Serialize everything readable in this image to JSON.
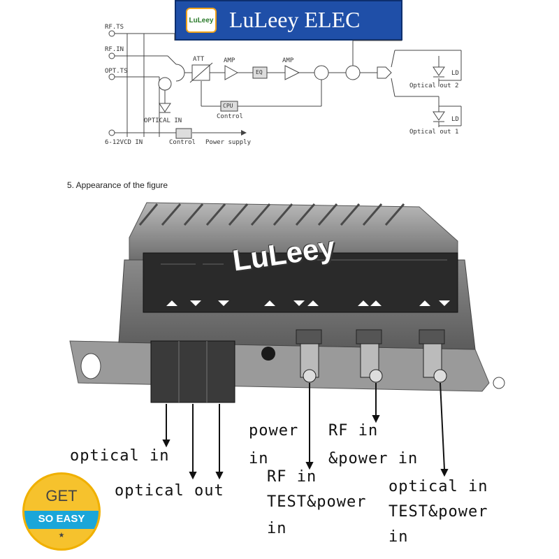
{
  "banner": {
    "logo_text": "LuLeey",
    "title": "LuLeey ELEC"
  },
  "schematic": {
    "rf_ts": "RF.TS",
    "rf_in": "RF.IN",
    "opt_ts": "OPT.TS",
    "att": "ATT",
    "amp1": "AMP",
    "eq": "EQ",
    "amp2": "AMP",
    "cpu": "CPU",
    "control_cpu": "Control",
    "optical_in": "OPTICAL IN",
    "power_in": "6-12VCD IN",
    "control_ps": "Control",
    "power_supply": "Power supply",
    "ld1": "LD",
    "ld2": "LD",
    "optical_out_2": "Optical out 2",
    "optical_out_1": "Optical out 1"
  },
  "heading": "5. Appearance of the figure",
  "device": {
    "brand": "LuLeey"
  },
  "labels": {
    "optical_in": "optical in",
    "optical_out": "optical out",
    "power_line1": "power",
    "power_line2": "in",
    "rf_test_line1": "RF in",
    "rf_test_line2": "TEST&power",
    "rf_test_line3": "in",
    "rf_power_line1": "RF in",
    "rf_power_line2": "&power in",
    "opt_test_line1": "optical in",
    "opt_test_line2": "TEST&power",
    "opt_test_line3": "in"
  },
  "badge": {
    "get": "GET",
    "so_easy": "SO EASY",
    "star": "★"
  },
  "colors": {
    "banner_bg": "#1f4fa8",
    "badge_yellow": "#f6c22d",
    "badge_blue": "#1aa6d9",
    "device_gray": "#7a7a7a"
  }
}
